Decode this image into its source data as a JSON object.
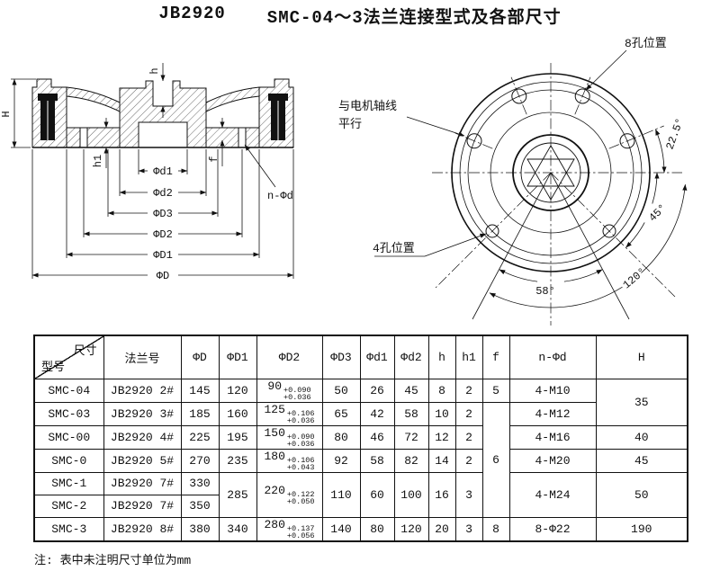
{
  "title": {
    "code": "JB2920",
    "text": "SMC-04～3法兰连接型式及各部尺寸"
  },
  "section_view": {
    "labels": {
      "H": "H",
      "h": "h",
      "h1": "h1",
      "f": "f",
      "phi_d1": "Φd1",
      "phi_d2": "Φd2",
      "phi_D3": "ΦD3",
      "phi_D2": "ΦD2",
      "phi_D1": "ΦD1",
      "phi_D": "ΦD",
      "n_phi_d": "n-Φd"
    }
  },
  "front_view": {
    "labels": {
      "eight_hole": "8孔位置",
      "four_hole": "4孔位置",
      "axis_l1": "与电机轴线",
      "axis_l2": "平行"
    },
    "angles": {
      "a22_5": "22.5°",
      "a45": "45°",
      "a120": "120°",
      "a58": "58°"
    }
  },
  "table": {
    "corner": {
      "top": "尺寸",
      "bottom": "型号"
    },
    "headers": {
      "flange": "法兰号",
      "D": "ΦD",
      "D1": "ΦD1",
      "D2": "ΦD2",
      "D3": "ΦD3",
      "d1": "Φd1",
      "d2": "Φd2",
      "h": "h",
      "h1": "h1",
      "f": "f",
      "nd": "n-Φd",
      "H": "H"
    },
    "rows": [
      {
        "model": "SMC-04",
        "flange": "JB2920 2#",
        "D": "145",
        "D1": "120",
        "D2": "90",
        "D2sup": "+0.090",
        "D2sub": "+0.036",
        "D3": "50",
        "d1": "26",
        "d2": "45",
        "h": "8",
        "h1": "2",
        "f": "5",
        "nd": "4-M10",
        "H": "35"
      },
      {
        "model": "SMC-03",
        "flange": "JB2920 3#",
        "D": "185",
        "D1": "160",
        "D2": "125",
        "D2sup": "+0.106",
        "D2sub": "+0.036",
        "D3": "65",
        "d1": "42",
        "d2": "58",
        "h": "10",
        "h1": "2",
        "f": "6",
        "nd": "4-M12"
      },
      {
        "model": "SMC-00",
        "flange": "JB2920 4#",
        "D": "225",
        "D1": "195",
        "D2": "150",
        "D2sup": "+0.090",
        "D2sub": "+0.036",
        "D3": "80",
        "d1": "46",
        "d2": "72",
        "h": "12",
        "h1": "2",
        "nd": "4-M16",
        "H": "40"
      },
      {
        "model": "SMC-0",
        "flange": "JB2920 5#",
        "D": "270",
        "D1": "235",
        "D2": "180",
        "D2sup": "+0.106",
        "D2sub": "+0.043",
        "D3": "92",
        "d1": "58",
        "d2": "82",
        "h": "14",
        "h1": "2",
        "nd": "4-M20",
        "H": "45"
      },
      {
        "model": "SMC-1",
        "flange": "JB2920 7#",
        "D": "330",
        "D1": "285",
        "D2": "220",
        "D2sup": "+0.122",
        "D2sub": "+0.050",
        "D3": "110",
        "d1": "60",
        "d2": "100",
        "h": "16",
        "h1": "3",
        "nd": "4-M24",
        "H": "50"
      },
      {
        "model": "SMC-2",
        "flange": "JB2920 7#",
        "D": "350"
      },
      {
        "model": "SMC-3",
        "flange": "JB2920 8#",
        "D": "380",
        "D1": "340",
        "D2": "280",
        "D2sup": "+0.137",
        "D2sub": "+0.056",
        "D3": "140",
        "d1": "80",
        "d2": "120",
        "h": "20",
        "h1": "3",
        "f": "8",
        "nd": "8-Φ22",
        "H": "190"
      }
    ]
  },
  "note": "注: 表中未注明尺寸单位为mm"
}
